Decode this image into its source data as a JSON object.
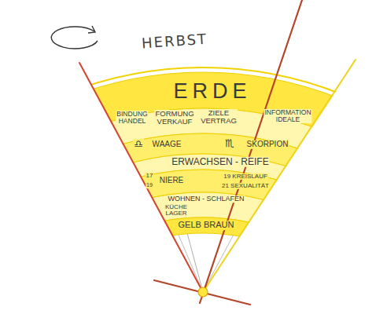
{
  "diagram": {
    "title": "HERBST",
    "nodes": [
      {
        "text": [
          "ERDE"
        ]
      },
      {
        "text": [
          "BINDUNG HANDEL",
          "FORMUNG VERKAUF",
          "ZIELE VERTRAG",
          "INFORMATION IDEALE"
        ]
      },
      {
        "text": [
          "♎",
          "WAAGE",
          "♏",
          "SKORPION"
        ]
      },
      {
        "text": [
          "ERWACHSEN - REIFE"
        ]
      },
      {
        "text": [
          "17",
          "19",
          "NIERE",
          "19 KREISLAUF",
          "21 SEXUALITÄT"
        ]
      },
      {
        "text": [
          "WOHNEN - SCHLAFEN",
          "KÜCHE LAGER"
        ]
      },
      {
        "text": [
          "GELB BRAUN"
        ]
      }
    ]
  }
}
